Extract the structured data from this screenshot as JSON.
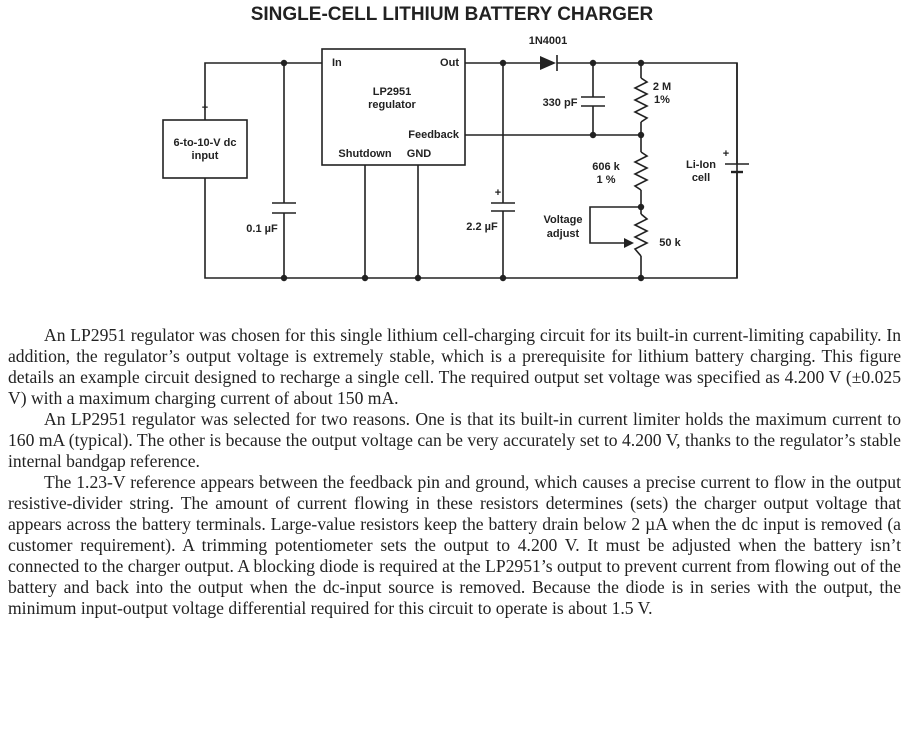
{
  "figure": {
    "title": "SINGLE-CELL LITHIUM BATTERY CHARGER",
    "input_box": [
      "6-to-10-V dc",
      "input"
    ],
    "plus": "+",
    "regulator": {
      "name": "LP2951",
      "sub": "regulator",
      "pin_in": "In",
      "pin_out": "Out",
      "pin_feedback": "Feedback",
      "pin_shutdown": "Shutdown",
      "pin_gnd": "GND"
    },
    "c1": "0.1 µF",
    "c2": "2.2 µF",
    "c3": "330 pF",
    "diode": "1N4001",
    "r1": [
      "2 M",
      "1%"
    ],
    "r2": [
      "606 k",
      "1 %"
    ],
    "pot": "50 k",
    "pot_label": [
      "Voltage",
      "adjust"
    ],
    "battery": [
      "Li-Ion",
      "cell"
    ]
  },
  "article": {
    "paragraphs": [
      "An LP2951 regulator was chosen for this single lithium cell-charging circuit for its built-in current-limiting capability. In addition, the regulator’s output voltage is extremely stable, which is a prerequisite for lithium battery charging. This figure details an example circuit designed to recharge a single cell. The required output set voltage was specified as 4.200 V (±0.025 V) with a maximum charging current of about 150 mA.",
      "An LP2951 regulator was selected for two reasons. One is that its built-in current limiter holds the maximum current to 160 mA (typical). The other is because the output voltage can be very accurately set to 4.200 V, thanks to the regulator’s stable internal bandgap reference.",
      "The 1.23-V reference appears between the feedback pin and ground, which causes a precise current to flow in the output resistive-divider string. The amount of current flowing in these resistors determines (sets) the charger output voltage that appears across the battery terminals. Large-value resistors keep the battery drain below 2 µA when the dc input is removed (a customer requirement). A trimming potentiometer sets the output to 4.200 V. It must be adjusted when the battery isn’t connected to the charger output. A blocking diode is required at the LP2951’s output to prevent current from flowing out of the battery and back into the output when the dc-input source is removed. Because the diode is in series with the output, the minimum input-output voltage differential required for this circuit to operate is about 1.5 V."
    ]
  }
}
